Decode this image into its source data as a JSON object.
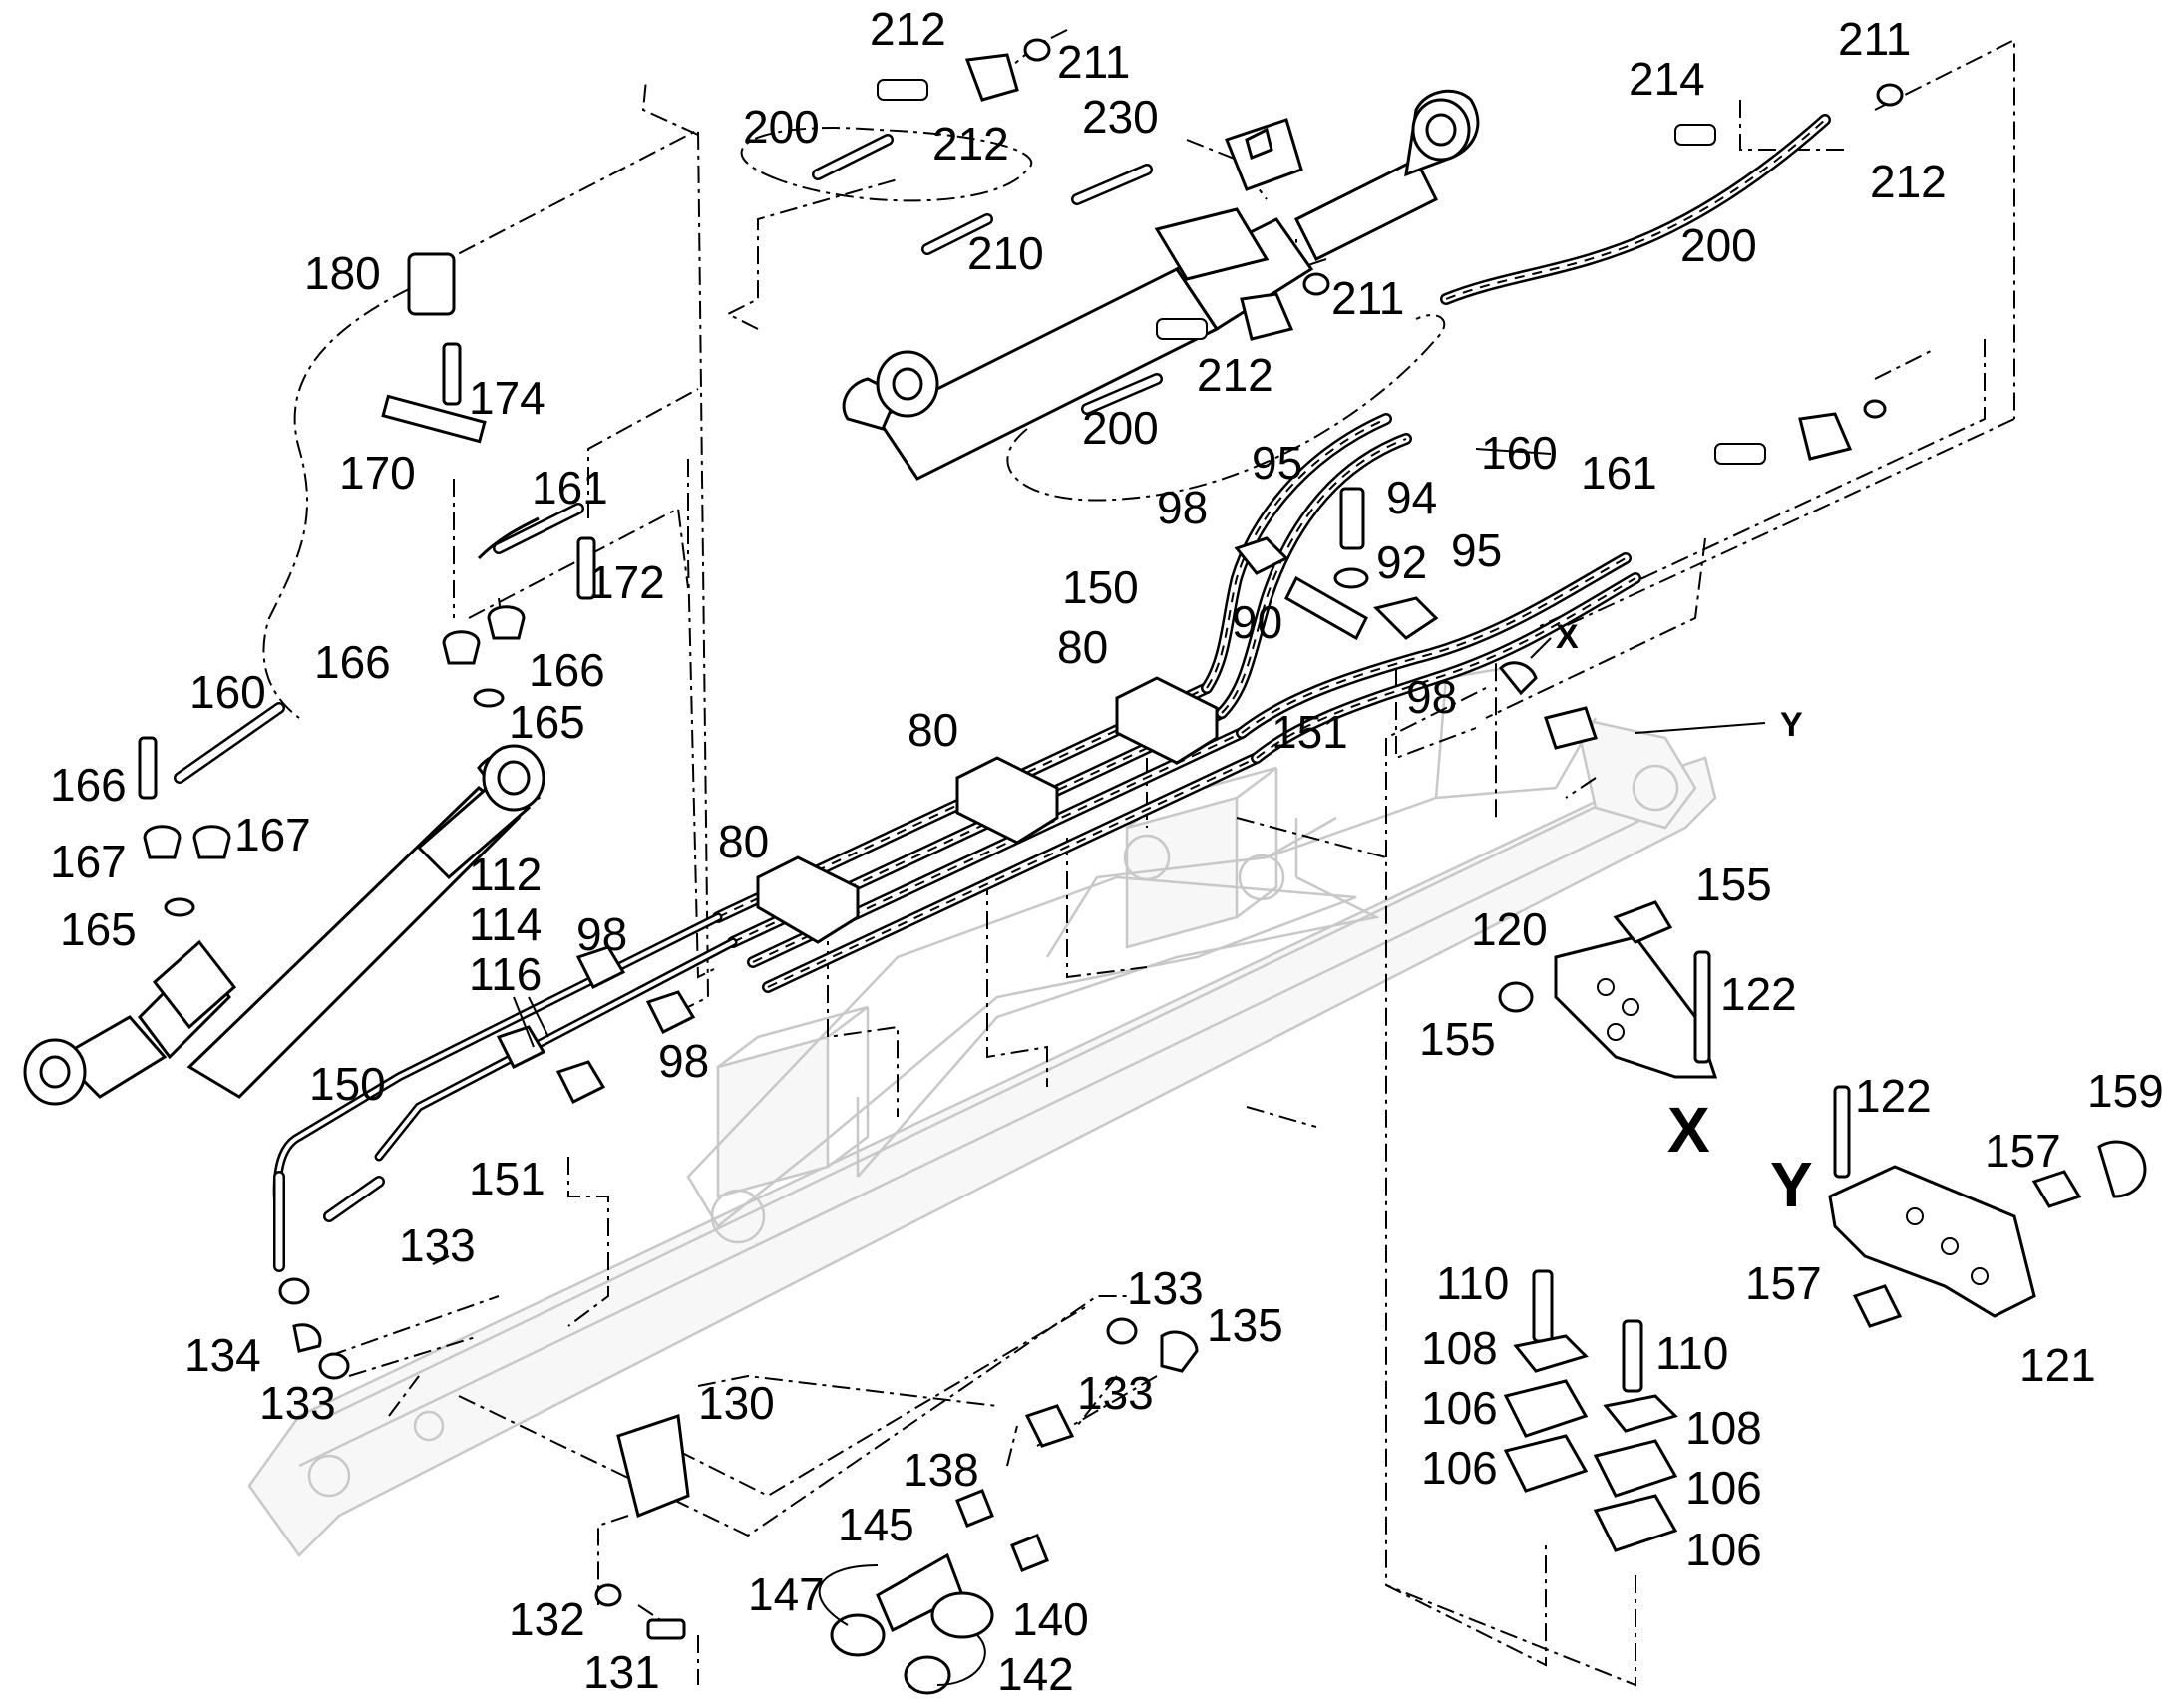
{
  "details": {
    "x": "X",
    "y": "Y"
  },
  "callouts": {
    "c212a": "212",
    "c211a": "211",
    "c200a": "200",
    "c212b": "212",
    "c230": "230",
    "c210": "210",
    "c211b": "211",
    "c212c": "212",
    "c200b": "200",
    "c214": "214",
    "c211c": "211",
    "c212d": "212",
    "c200c": "200",
    "c180": "180",
    "c174": "174",
    "c170": "170",
    "c161a": "161",
    "c172": "172",
    "c166a": "166",
    "c166b": "166",
    "c160a": "160",
    "c165a": "165",
    "c166c": "166",
    "c167a": "167",
    "c167b": "167",
    "c165b": "165",
    "c160b": "160",
    "c161b": "161",
    "c98a": "98",
    "c95a": "95",
    "c94": "94",
    "c92": "92",
    "c95b": "95",
    "c150a": "150",
    "c90": "90",
    "c80a": "80",
    "c151a": "151",
    "c98b": "98",
    "c80b": "80",
    "c80c": "80",
    "c112": "112",
    "c114": "114",
    "c116": "116",
    "c98c": "98",
    "c98d": "98",
    "c150b": "150",
    "c151b": "151",
    "c133a": "133",
    "c134": "134",
    "c133b": "133",
    "c133c": "133",
    "c135": "135",
    "c130": "130",
    "c133d": "133",
    "c138": "138",
    "c145": "145",
    "c147": "147",
    "c140": "140",
    "c142": "142",
    "c132": "132",
    "c131": "131",
    "c155a": "155",
    "c120": "120",
    "c122a": "122",
    "c155b": "155",
    "c122b": "122",
    "c159": "159",
    "c157a": "157",
    "c157b": "157",
    "c121": "121",
    "c110a": "110",
    "c108a": "108",
    "c110b": "110",
    "c106a": "106",
    "c108b": "108",
    "c106b": "106",
    "c106c": "106",
    "c106d": "106"
  }
}
